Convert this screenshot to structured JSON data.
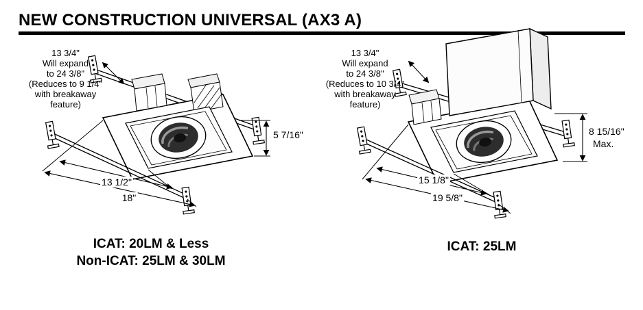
{
  "title": "NEW CONSTRUCTION UNIVERSAL (AX3 A)",
  "left_figure": {
    "expand_note": {
      "line1": "13 3/4\"",
      "line2": "Will expand",
      "line3": "to 24 3/8\"",
      "line4": "(Reduces to 9 1/4\"",
      "line5": "with breakaway",
      "line6": "feature)"
    },
    "height_dim": "5 7/16\"",
    "pan_width_dim": "13 1/2\"",
    "overall_width_dim": "18\"",
    "caption_line1": "ICAT: 20LM & Less",
    "caption_line2": "Non-ICAT: 25LM & 30LM"
  },
  "right_figure": {
    "expand_note": {
      "line1": "13 3/4\"",
      "line2": "Will expand",
      "line3": "to 24 3/8\"",
      "line4": "(Reduces to 10 3/4\"",
      "line5": "with breakaway",
      "line6": "feature)"
    },
    "height_dim": "8 15/16\"",
    "height_dim_note": "Max.",
    "pan_width_dim": "15 1/8\"",
    "overall_width_dim": "19 5/8\"",
    "caption_line1": "ICAT: 25LM"
  }
}
